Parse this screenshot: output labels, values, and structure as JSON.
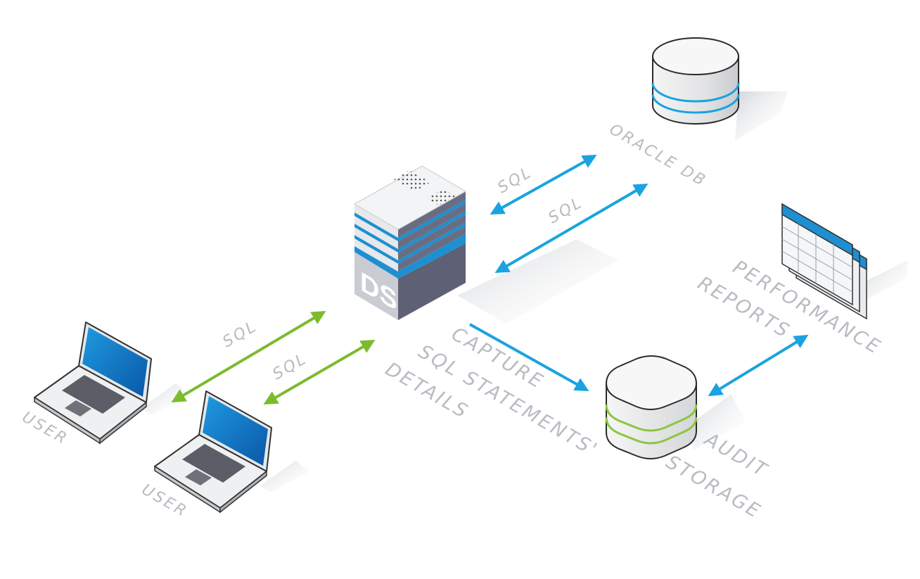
{
  "labels": {
    "sql_db_1": "SQL",
    "sql_db_2": "SQL",
    "sql_user_1": "SQL",
    "sql_user_2": "SQL",
    "oracle_db": "ORACLE DB",
    "performance_line1": "PERFORMANCE",
    "performance_line2": "REPORTS",
    "capture_line1": "CAPTURE",
    "capture_line2": "SQL STATEMENTS'",
    "capture_line3": "DETAILS",
    "audit_line1": "AUDIT",
    "audit_line2": "STORAGE",
    "user_1": "USER",
    "user_2": "USER",
    "ds_badge": "DS"
  },
  "colors": {
    "label": "#b8bcc2",
    "blue_arrow": "#1aa3e0",
    "green_arrow": "#7cbb2e",
    "server_body": "#5e6075",
    "accent_blue": "#1e8fd0",
    "accent_green": "#8cc63f"
  },
  "icons": {
    "server": "ds-server-icon",
    "database": "oracle-database-icon",
    "reports": "report-sheets-icon",
    "audit": "audit-storage-icon",
    "laptop": "laptop-icon"
  }
}
